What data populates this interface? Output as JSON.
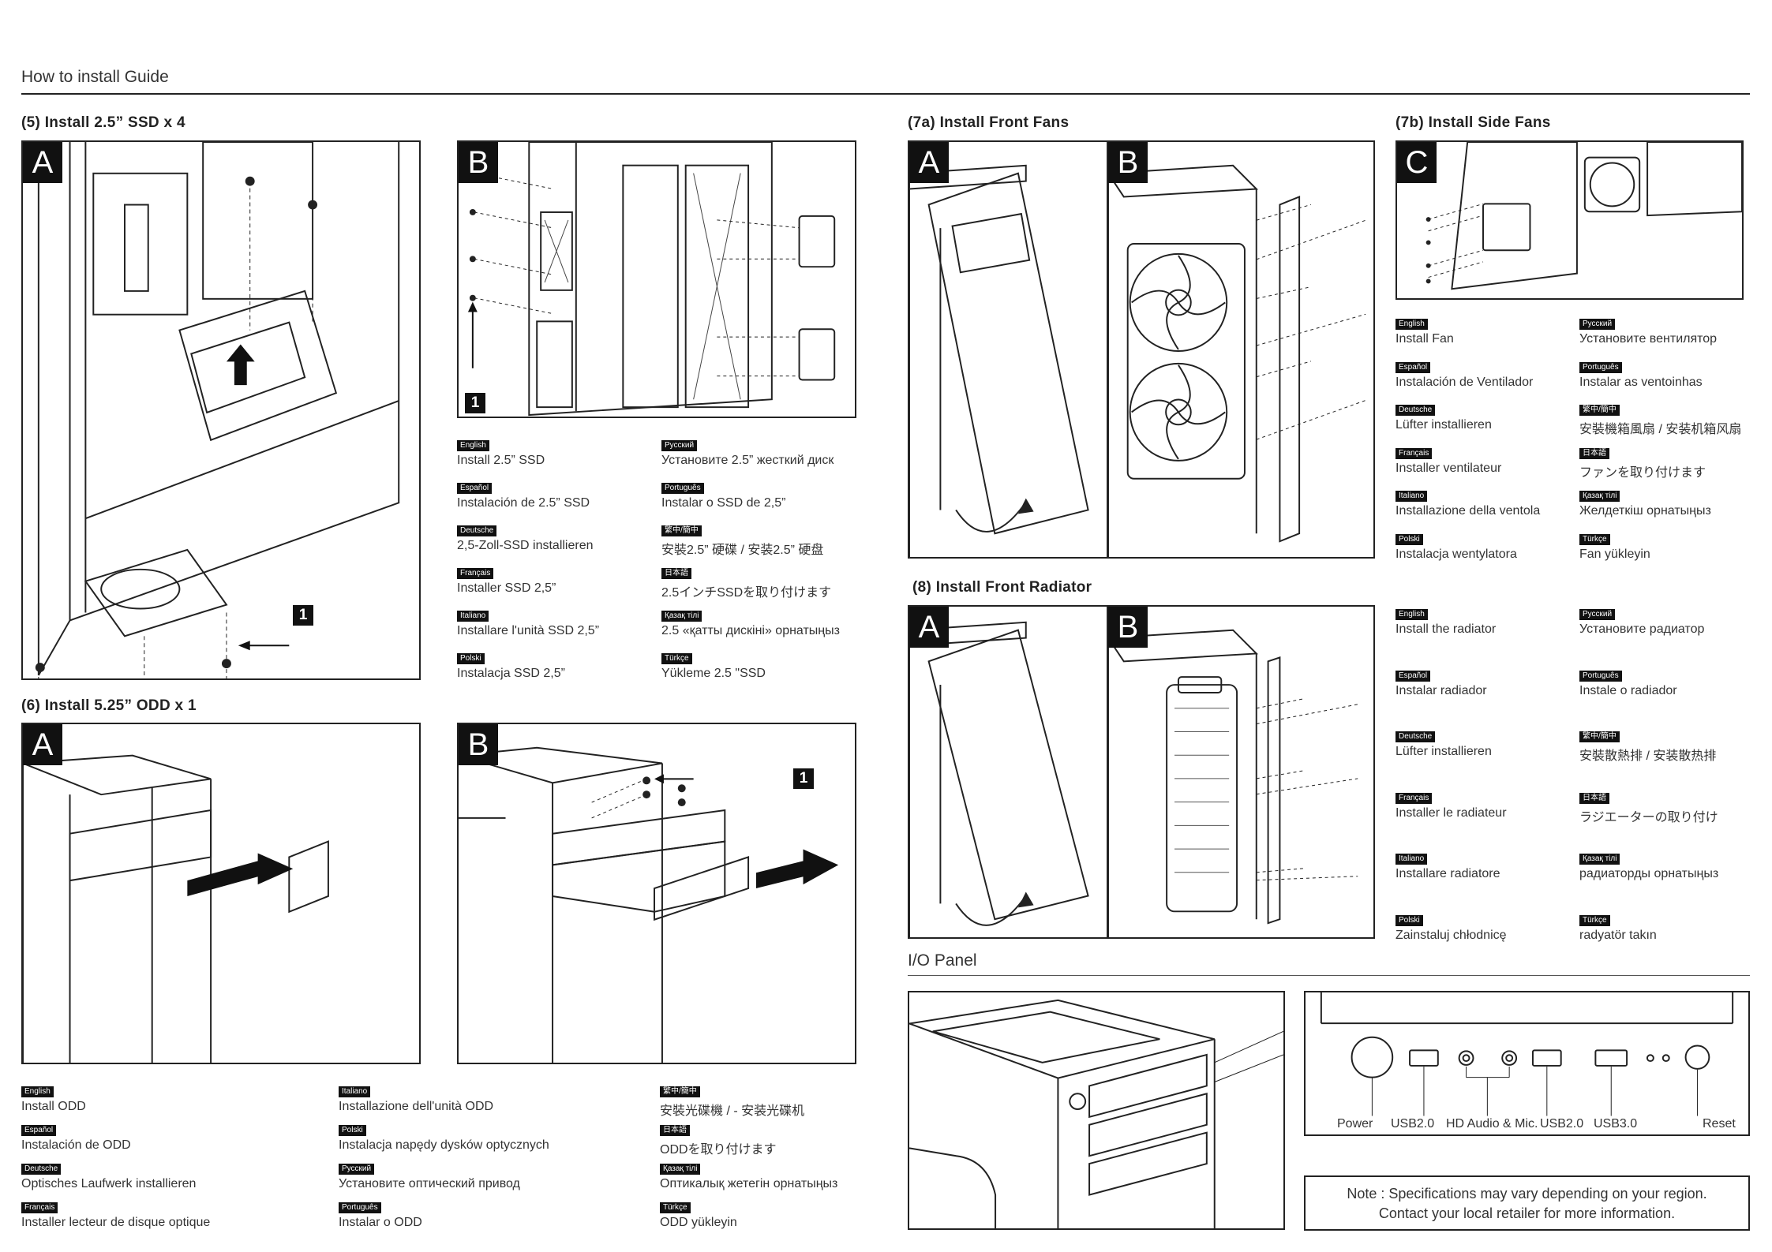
{
  "page": {
    "title": "How to install Guide"
  },
  "sections": {
    "ssd": "(5) Install 2.5” SSD x 4",
    "odd": "(6) Install 5.25” ODD x 1",
    "front_fans": "(7a) Install Front Fans",
    "side_fans": "(7b) Install Side Fans",
    "front_radiator": "(8) Install Front Radiator",
    "io_panel": "I/O Panel"
  },
  "panel_letters": {
    "a": "A",
    "b": "B",
    "c": "C"
  },
  "callout": "1",
  "ssd_instructions": [
    {
      "lang": "English",
      "text": "Install 2.5” SSD"
    },
    {
      "lang": "Español",
      "text": "Instalación de 2.5” SSD"
    },
    {
      "lang": "Deutsche",
      "text": "2,5-Zoll-SSD installieren"
    },
    {
      "lang": "Français",
      "text": "Installer SSD 2,5”"
    },
    {
      "lang": "Italiano",
      "text": "Installare l'unità SSD 2,5”"
    },
    {
      "lang": "Polski",
      "text": "Instalacja SSD 2,5”"
    },
    {
      "lang": "Русский",
      "text": "Установите 2.5” жесткий диск"
    },
    {
      "lang": "Português",
      "text": "Instalar o SSD de 2,5”"
    },
    {
      "lang": "繁中/簡中",
      "text": "安裝2.5” 硬碟 / 安装2.5” 硬盘"
    },
    {
      "lang": "日本語",
      "text": "2.5インチSSDを取り付けます"
    },
    {
      "lang": "Қазақ тілі",
      "text": "2.5 «қатты дискіні» орнатыңыз"
    },
    {
      "lang": "Türkçe",
      "text": "Yükleme 2.5 \"SSD"
    }
  ],
  "odd_instructions": [
    {
      "lang": "English",
      "text": "Install ODD"
    },
    {
      "lang": "Español",
      "text": "Instalación de ODD"
    },
    {
      "lang": "Deutsche",
      "text": "Optisches Laufwerk installieren"
    },
    {
      "lang": "Français",
      "text": "Installer lecteur de disque optique"
    },
    {
      "lang": "Italiano",
      "text": "Installazione dell'unità ODD"
    },
    {
      "lang": "Polski",
      "text": "Instalacja napędy dysków optycznych"
    },
    {
      "lang": "Русский",
      "text": "Установите оптический привод"
    },
    {
      "lang": "Português",
      "text": "Instalar o ODD"
    },
    {
      "lang": "繁中/簡中",
      "text": "安裝光碟機 / - 安装光碟机"
    },
    {
      "lang": "日本語",
      "text": "ODDを取り付けます"
    },
    {
      "lang": "Қазақ тілі",
      "text": "Оптикалық жетегін орнатыңыз"
    },
    {
      "lang": "Türkçe",
      "text": "ODD yükleyin"
    }
  ],
  "fan_instructions": [
    {
      "lang": "English",
      "text": "Install Fan"
    },
    {
      "lang": "Español",
      "text": "Instalación de Ventilador"
    },
    {
      "lang": "Deutsche",
      "text": "Lüfter installieren"
    },
    {
      "lang": "Français",
      "text": "Installer ventilateur"
    },
    {
      "lang": "Italiano",
      "text": "Installazione della ventola"
    },
    {
      "lang": "Polski",
      "text": "Instalacja wentylatora"
    },
    {
      "lang": "Русский",
      "text": "Установите вентилятор"
    },
    {
      "lang": "Português",
      "text": "Instalar as ventoinhas"
    },
    {
      "lang": "繁中/簡中",
      "text": "安裝機箱風扇 / 安装机箱风扇"
    },
    {
      "lang": "日本語",
      "text": "ファンを取り付けます"
    },
    {
      "lang": "Қазақ тілі",
      "text": "Желдеткіш орнатыңыз"
    },
    {
      "lang": "Türkçe",
      "text": "Fan yükleyin"
    }
  ],
  "radiator_instructions": [
    {
      "lang": "English",
      "text": "Install the radiator"
    },
    {
      "lang": "Español",
      "text": "Instalar radiador"
    },
    {
      "lang": "Deutsche",
      "text": "Lüfter installieren"
    },
    {
      "lang": "Français",
      "text": "Installer le radiateur"
    },
    {
      "lang": "Italiano",
      "text": "Installare radiatore"
    },
    {
      "lang": "Polski",
      "text": "Zainstaluj chłodnicę"
    },
    {
      "lang": "Русский",
      "text": "Установите радиатор"
    },
    {
      "lang": "Português",
      "text": "Instale o radiador"
    },
    {
      "lang": "繁中/簡中",
      "text": "安裝散熱排 / 安装散热排"
    },
    {
      "lang": "日本語",
      "text": "ラジエーターの取り付け"
    },
    {
      "lang": "Қазақ тілі",
      "text": "радиаторды орнатыңыз"
    },
    {
      "lang": "Türkçe",
      "text": "radyatör takın"
    }
  ],
  "io_labels": [
    "Power",
    "USB2.0",
    "HD Audio & Mic.",
    "USB2.0",
    "USB3.0",
    "Reset"
  ],
  "note": {
    "line1": "Note : Specifications may vary depending on your region.",
    "line2": "Contact your local retailer for more information."
  }
}
